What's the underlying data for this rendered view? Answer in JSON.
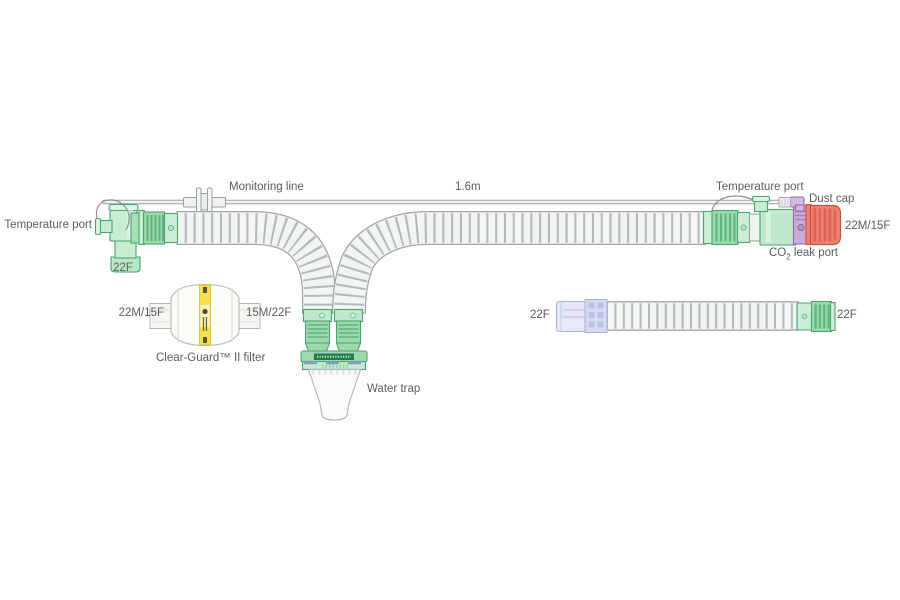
{
  "page": {
    "background": "#ffffff"
  },
  "diagram": {
    "type": "breathing-circuit-illustration",
    "labels": {
      "temperature_port_left": "Temperature port",
      "elbow_size": "22F",
      "monitoring_line": "Monitoring line",
      "tube_length": "1.6m",
      "temperature_port_right": "Temperature port",
      "dust_cap": "Dust cap",
      "patient_end_size": "22M/15F",
      "co2_leak_port": {
        "prefix": "CO",
        "subscript": "2",
        "suffix": " leak port"
      },
      "filter": {
        "left_size": "22M/15F",
        "right_size": "15M/22F",
        "name": "Clear-Guard™ II filter"
      },
      "water_trap": "Water trap",
      "extension_tube": {
        "left_size": "22F",
        "right_size": "22F"
      }
    },
    "colors": {
      "label_text": "#5b5c5e",
      "connector_green": "#9ed9ae",
      "connector_green_light": "#cdeed6",
      "connector_green_outline": "#4aa56c",
      "connector_purple": "#c9abd8",
      "dust_cap_red": "#ef8173",
      "filter_stripe_yellow": "#f6e14d",
      "connector_lavender": "#d4daf0",
      "tube_gray": "#f3f4f4",
      "tube_outline_gray": "#9fa5a8",
      "water_trap_ring_blue": "#8697c9"
    }
  }
}
